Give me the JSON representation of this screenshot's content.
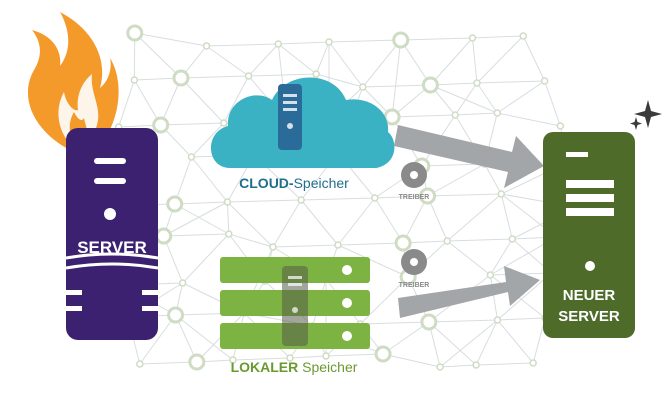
{
  "server": {
    "label": "SERVER",
    "body_color": "#3b2170",
    "flame_color": "#f39a2b"
  },
  "cloud": {
    "label_bold": "CLOUD-",
    "label_regular": "Speicher",
    "cloud_color": "#3bb1c4",
    "unit_color": "#2b6b9a"
  },
  "local": {
    "label_bold": "LOKALER",
    "label_regular": " Speicher",
    "unit_color": "#7cb342"
  },
  "drivers": [
    {
      "label": "TREIBER"
    },
    {
      "label": "TREIBER"
    }
  ],
  "new_server": {
    "label_line1": "NEUER",
    "label_line2": "SERVER",
    "body_color": "#4e6b2a",
    "sparkle_color": "#3b3b3b"
  },
  "colors": {
    "arrow": "#a3a6a8",
    "network": "#d8dde0",
    "network_ring": "#cfdcc4",
    "driver_disc": "#8a8a8a",
    "light_text": "#ffffff",
    "cloud_text": "#1f6e8c",
    "local_text": "#6a9a2e"
  }
}
